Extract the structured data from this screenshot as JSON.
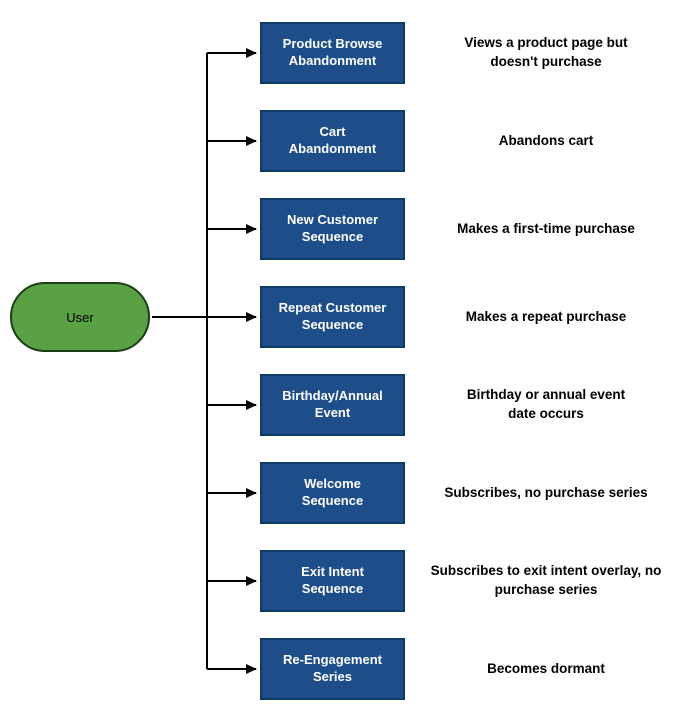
{
  "diagram": {
    "user_node": {
      "label": "User"
    },
    "branches": [
      {
        "label": "Product Browse\nAbandonment",
        "description": "Views a product page but\ndoesn't purchase"
      },
      {
        "label": "Cart\nAbandonment",
        "description": "Abandons cart"
      },
      {
        "label": "New Customer\nSequence",
        "description": "Makes a first-time purchase"
      },
      {
        "label": "Repeat Customer\nSequence",
        "description": "Makes a repeat purchase"
      },
      {
        "label": "Birthday/Annual\nEvent",
        "description": "Birthday or annual event\ndate occurs"
      },
      {
        "label": "Welcome\nSequence",
        "description": "Subscribes, no purchase series"
      },
      {
        "label": "Exit Intent\nSequence",
        "description": "Subscribes to exit intent overlay, no\npurchase series"
      },
      {
        "label": "Re-Engagement\nSeries",
        "description": "Becomes dormant"
      }
    ],
    "colors": {
      "box_fill": "#1d4e89",
      "box_border": "#0f3a66",
      "box_text": "#ffffff",
      "user_fill": "#5aa045",
      "user_border": "#1e3d17",
      "line": "#000000",
      "description_text": "#000000"
    }
  }
}
